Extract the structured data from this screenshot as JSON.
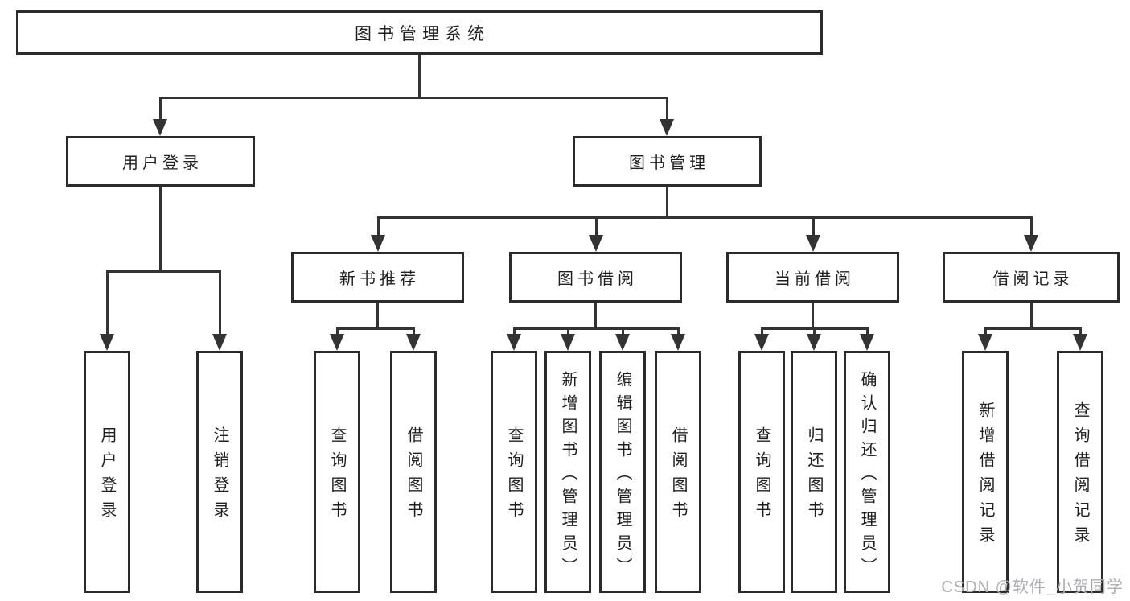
{
  "diagram": {
    "type": "hierarchy-tree",
    "background": "#ffffff",
    "colors": {
      "line": "#333333",
      "box_border": "#2b2b2b",
      "box_fill": "#ffffff",
      "text": "#1f1f1f",
      "watermark_text": "#aeaeb2"
    },
    "watermark": "CSDN @软件_小贺同学",
    "nodes": {
      "root": "图书管理系统",
      "user_login": "用户登录",
      "book_mgmt": "图书管理",
      "new_book_rec": "新书推荐",
      "book_borrow": "图书借阅",
      "current_borrow": "当前借阅",
      "borrow_record": "借阅记录",
      "leaf_user_login": "用户登录",
      "leaf_logout": "注销登录",
      "leaf_query_book_newrec": "查询图书",
      "leaf_borrow_book_newrec": "借阅图书",
      "leaf_query_book_borrow": "查询图书",
      "leaf_add_book_admin": "新增图书（管理员）",
      "leaf_edit_book_admin": "编辑图书（管理员）",
      "leaf_borrow_book_borrow": "借阅图书",
      "leaf_query_book_current": "查询图书",
      "leaf_return_book": "归还图书",
      "leaf_confirm_return_admin": "确认归还（管理员）",
      "leaf_add_borrow_record": "新增借阅记录",
      "leaf_query_borrow_record": "查询借阅记录"
    },
    "edges": [
      [
        "root",
        "user_login"
      ],
      [
        "root",
        "book_mgmt"
      ],
      [
        "user_login",
        "leaf_user_login"
      ],
      [
        "user_login",
        "leaf_logout"
      ],
      [
        "book_mgmt",
        "new_book_rec"
      ],
      [
        "book_mgmt",
        "book_borrow"
      ],
      [
        "book_mgmt",
        "current_borrow"
      ],
      [
        "book_mgmt",
        "borrow_record"
      ],
      [
        "new_book_rec",
        "leaf_query_book_newrec"
      ],
      [
        "new_book_rec",
        "leaf_borrow_book_newrec"
      ],
      [
        "book_borrow",
        "leaf_query_book_borrow"
      ],
      [
        "book_borrow",
        "leaf_add_book_admin"
      ],
      [
        "book_borrow",
        "leaf_edit_book_admin"
      ],
      [
        "book_borrow",
        "leaf_borrow_book_borrow"
      ],
      [
        "current_borrow",
        "leaf_query_book_current"
      ],
      [
        "current_borrow",
        "leaf_return_book"
      ],
      [
        "current_borrow",
        "leaf_confirm_return_admin"
      ],
      [
        "borrow_record",
        "leaf_add_borrow_record"
      ],
      [
        "borrow_record",
        "leaf_query_borrow_record"
      ]
    ]
  }
}
